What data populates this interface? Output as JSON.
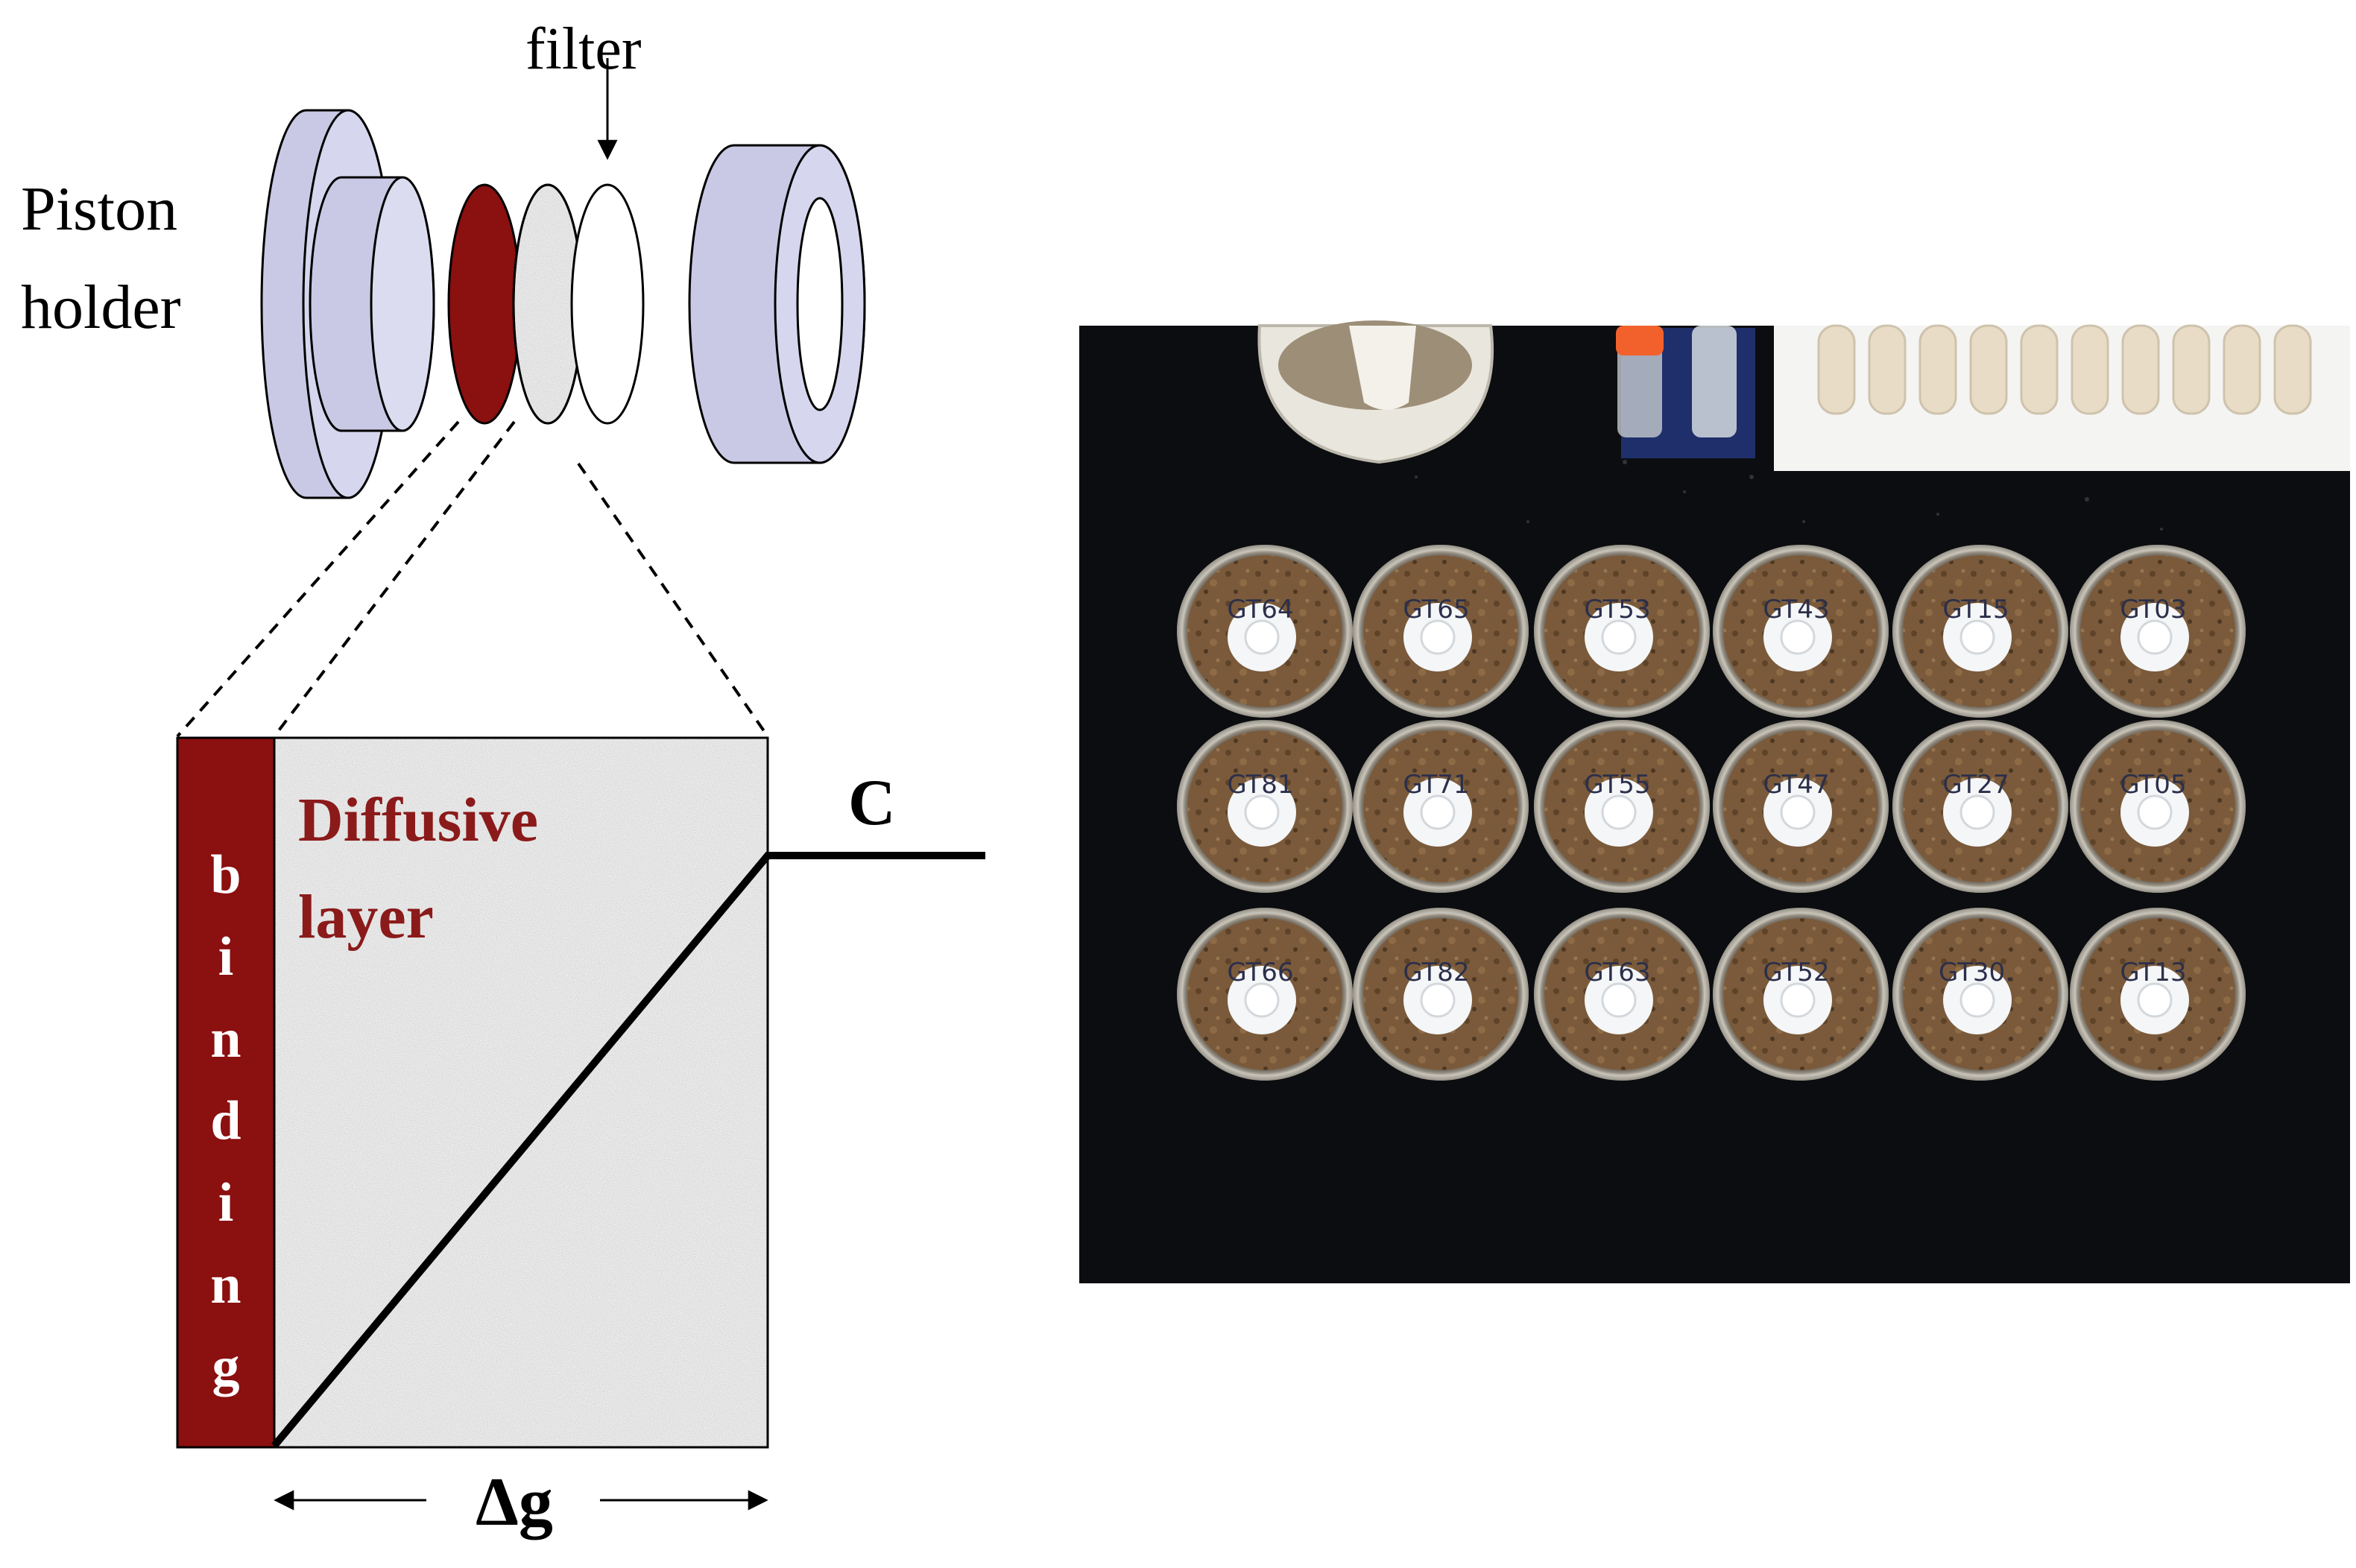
{
  "diagram": {
    "labels": {
      "piston_line1": "Piston",
      "piston_line2": "holder",
      "filter": "filter",
      "diffusive_line1": "Diffusive",
      "diffusive_line2": "layer",
      "binding_letters": [
        "b",
        "i",
        "n",
        "d",
        "i",
        "n",
        "g"
      ],
      "concentration": "C",
      "delta_g": "Δg"
    },
    "colors": {
      "housing": "#c9c9e6",
      "housing_dark": "#a9a9d2",
      "binding": "#8b1010",
      "label_red": "#8b1a1a",
      "speckle": "#e6e6e6"
    }
  },
  "photo": {
    "sample_labels": [
      [
        "GT64",
        "GT65",
        "GT53",
        "GT43",
        "GT15",
        "GT03"
      ],
      [
        "GT81",
        "GT71",
        "GT55",
        "GT47",
        "GT27",
        "GT05"
      ],
      [
        "GT66",
        "GT82",
        "GT63",
        "GT52",
        "GT30.",
        "GT13"
      ]
    ]
  }
}
